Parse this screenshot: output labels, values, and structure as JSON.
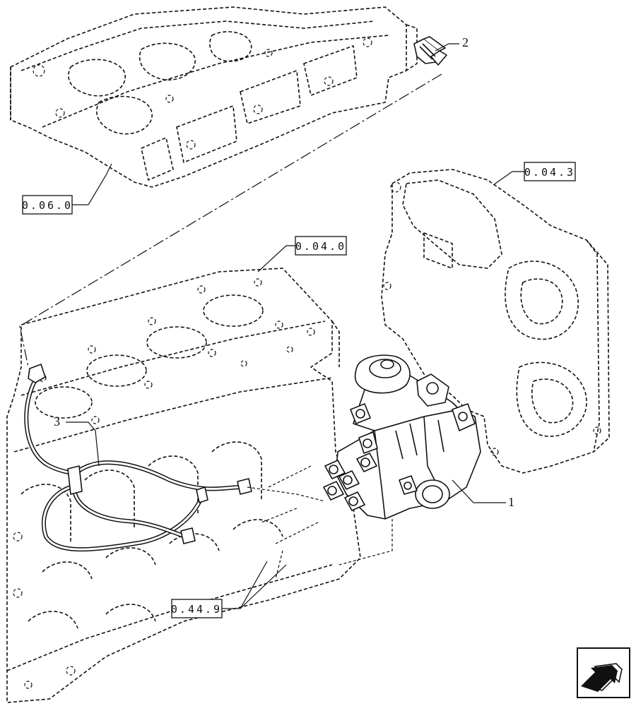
{
  "references": {
    "block": "0.06.0",
    "head_gasket": "0.04.0",
    "timing_cover": "0.04.3",
    "engine_base": "0.44.9"
  },
  "callouts": {
    "pump": "1",
    "sensor": "2",
    "harness": "3"
  },
  "nav_icon": "next-page-arrow-icon"
}
